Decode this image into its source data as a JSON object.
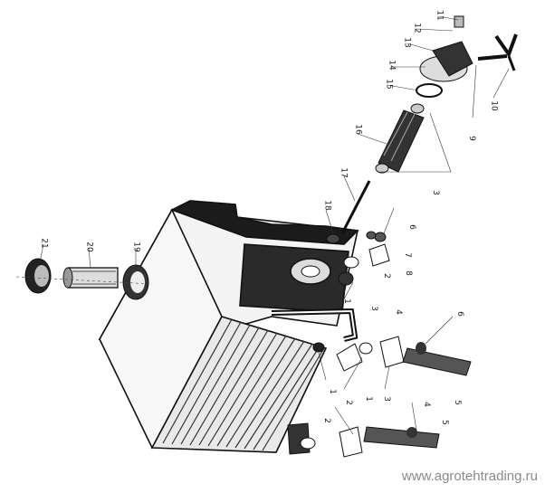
{
  "diagram": {
    "part_numbers": [
      "1",
      "2",
      "3",
      "4",
      "5",
      "6",
      "7",
      "8",
      "9",
      "10",
      "11",
      "12",
      "13",
      "14",
      "15",
      "16",
      "17",
      "18",
      "19",
      "20",
      "21"
    ],
    "repeat_labels": {
      "l1a": "1",
      "l1b": "1",
      "l1c": "1",
      "l2a": "2",
      "l2b": "2",
      "l2c": "2",
      "l3a": "3",
      "l3b": "3",
      "l3c": "3",
      "l4a": "4",
      "l4b": "4",
      "l5a": "5",
      "l6a": "6",
      "l6b": "6"
    },
    "watermark": "www.agrotehtrading.ru"
  }
}
